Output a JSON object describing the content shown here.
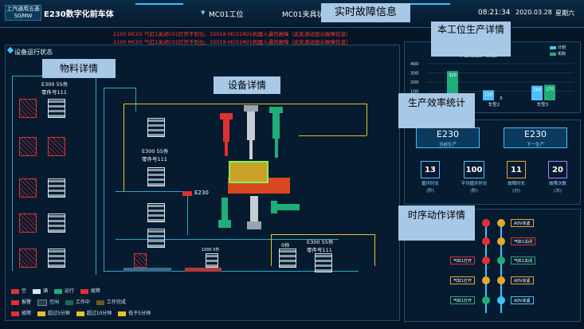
{
  "header": {
    "logo_line1": "上汽通用五菱",
    "logo_line2": "SGMW",
    "title": "E230数字化前车体",
    "station": "MC01工位",
    "fixture": "MC01夹具状",
    "time": "08:21:34",
    "date": "2020.03.28",
    "weekday": "星期六"
  },
  "alarms": [
    {
      "text": "2100  MC01  气缸1关闭C01打开不到位。32018  MC01R01机器人通讯故障（此处滚动显示故障信息）"
    },
    {
      "text": "2100  MC01  气缸1关闭C01打开不到位。32018  MC01R01机器人通讯故障（此处滚动显示故障信息）"
    }
  ],
  "callouts": {
    "fault": "实时故障信息",
    "production": "本工位生产详情",
    "material": "物料详情",
    "equipment": "设备详情",
    "efficiency": "生产效率统计",
    "sequence": "时序动作详情"
  },
  "left_panel": {
    "title": "设备运行状态",
    "part_label_1": "E300 55件",
    "part_label_1b": "零件号111",
    "part_label_2": "E300 55件",
    "part_label_2b": "零件号111",
    "part_label_3": "E300 55件",
    "part_label_3b": "零件号111",
    "car_model": "E230",
    "count_label": "0件",
    "small_label": "1000 5件"
  },
  "production_chart": {
    "title": "本工位生产数量",
    "legend": [
      "计划",
      "实际"
    ],
    "y_ticks": [
      "400",
      "300",
      "200",
      "100"
    ],
    "categories": [
      "",
      "车型2",
      "车型3"
    ],
    "bars": [
      {
        "plan": "30",
        "actual": "320"
      },
      {
        "plan": "110",
        "actual": "0"
      },
      {
        "plan": "160",
        "actual": "170"
      }
    ]
  },
  "chart_data": {
    "type": "bar",
    "title": "本工位生产数量",
    "categories": [
      "",
      "车型2",
      "车型3"
    ],
    "series": [
      {
        "name": "计划",
        "values": [
          30,
          110,
          160
        ]
      },
      {
        "name": "实际",
        "values": [
          320,
          0,
          170
        ]
      }
    ],
    "ylim": [
      0,
      400
    ]
  },
  "efficiency": {
    "car_current": "E230",
    "car_current_label": "当前生产",
    "car_next": "E230",
    "car_next_label": "下一生产",
    "stats": [
      {
        "value": "13",
        "label": "循环时长",
        "unit": "(秒)"
      },
      {
        "value": "100",
        "label": "平均循环时长",
        "unit": "(秒)"
      },
      {
        "value": "11",
        "label": "故障时长",
        "unit": "(分)"
      },
      {
        "value": "20",
        "label": "故障次数",
        "unit": "(次)"
      }
    ]
  },
  "sequence": {
    "right": [
      "ADV夹紧",
      "气缸1关闭",
      "气缸1关闭",
      "ADV夹紧",
      "ADV夹紧"
    ],
    "left": [
      "气缸1打开",
      "气缸1打开",
      "气缸1打开"
    ]
  },
  "legend": {
    "row1": [
      "空",
      "满",
      "运行",
      "故障"
    ],
    "row2": [
      "报警",
      "空闲",
      "工作中",
      "工作完成"
    ],
    "row3": [
      "故障",
      "超过5分钟",
      "超过10分钟",
      "低于5分钟"
    ]
  },
  "colors": {
    "accent": "#3cc3ff",
    "alarm": "#ff3b30",
    "fault": "#e03131",
    "running": "#1fae7a",
    "highlight": "#e6c229",
    "callout": "#a8c8e8"
  }
}
